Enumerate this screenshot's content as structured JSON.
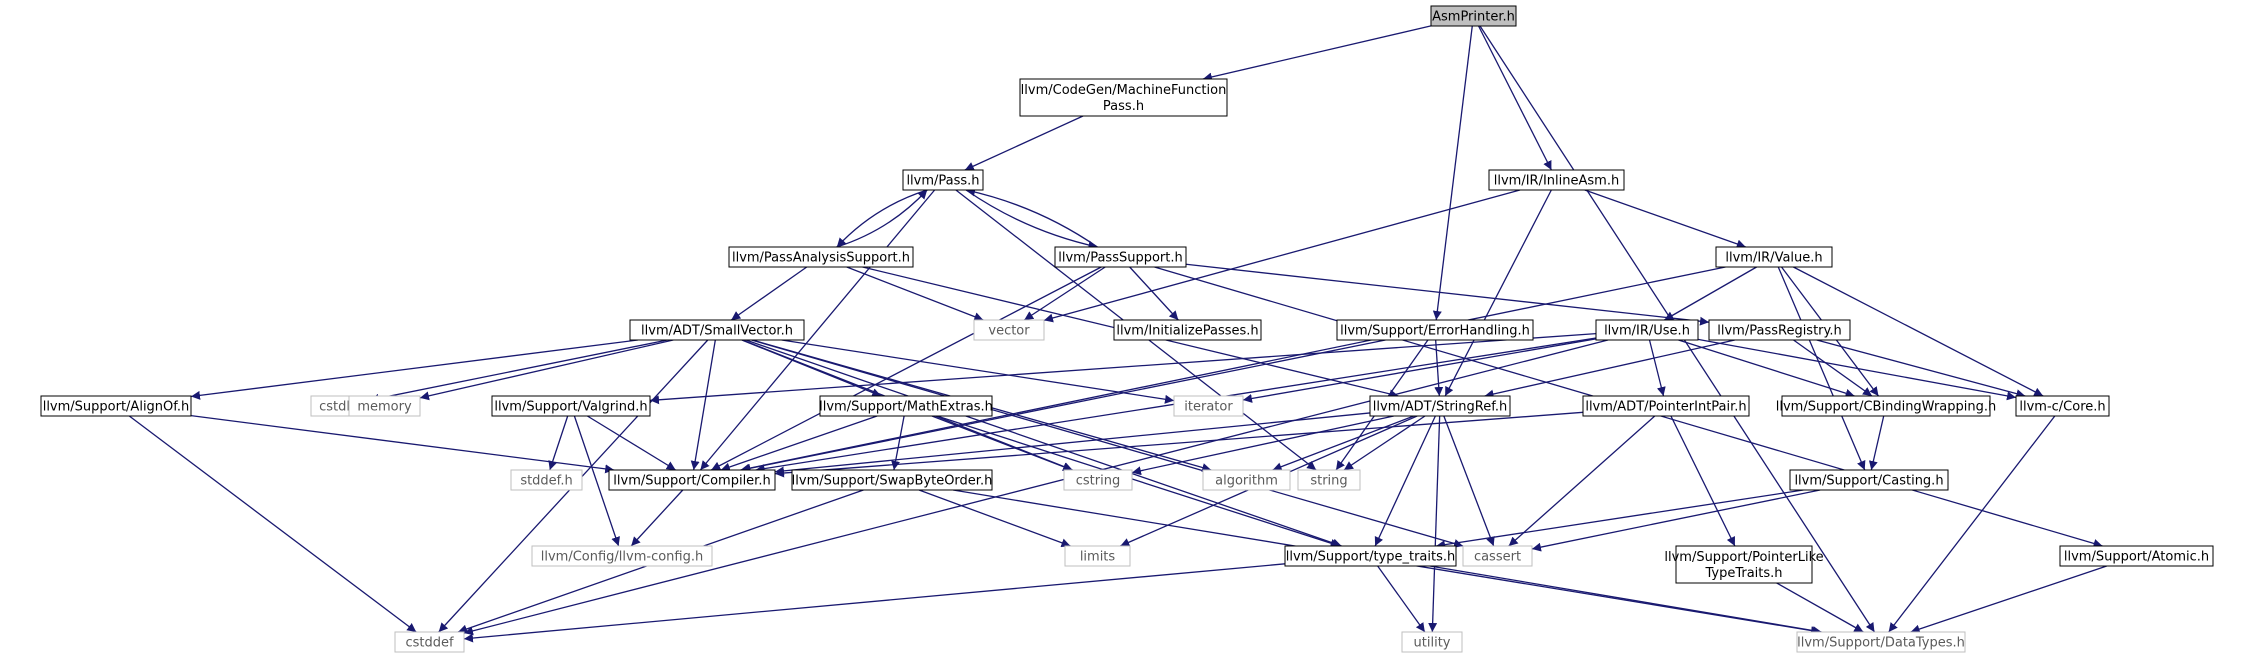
{
  "colors": {
    "edge": "#191970",
    "node_border": "#000000",
    "external_border": "#bfbfbf",
    "root_fill": "#bfbfbf",
    "node_fill": "#ffffff",
    "external_text": "#5a5a5a"
  },
  "nodes": {
    "asmprinter": {
      "label": "AsmPrinter.h",
      "kind": "root"
    },
    "mfpass": {
      "label": "llvm/CodeGen/MachineFunction",
      "label2": "Pass.h",
      "kind": "internal"
    },
    "pass": {
      "label": "llvm/Pass.h",
      "kind": "internal"
    },
    "inlineasm": {
      "label": "llvm/IR/InlineAsm.h",
      "kind": "internal"
    },
    "passanalysis": {
      "label": "llvm/PassAnalysisSupport.h",
      "kind": "internal"
    },
    "passsupport": {
      "label": "llvm/PassSupport.h",
      "kind": "internal"
    },
    "irvalue": {
      "label": "llvm/IR/Value.h",
      "kind": "internal"
    },
    "vector": {
      "label": "vector",
      "kind": "external"
    },
    "initpasses": {
      "label": "llvm/InitializePasses.h",
      "kind": "internal"
    },
    "smallvector": {
      "label": "llvm/ADT/SmallVector.h",
      "kind": "internal"
    },
    "errorhandling": {
      "label": "llvm/Support/ErrorHandling.h",
      "kind": "internal"
    },
    "iruse": {
      "label": "llvm/IR/Use.h",
      "kind": "internal"
    },
    "passregistry": {
      "label": "llvm/PassRegistry.h",
      "kind": "internal"
    },
    "alignof": {
      "label": "llvm/Support/AlignOf.h",
      "kind": "internal"
    },
    "cstdlib": {
      "label": "cstdlib",
      "kind": "external"
    },
    "memory": {
      "label": "memory",
      "kind": "external"
    },
    "valgrind": {
      "label": "llvm/Support/Valgrind.h",
      "kind": "internal"
    },
    "mathextras": {
      "label": "llvm/Support/MathExtras.h",
      "kind": "internal"
    },
    "iterator": {
      "label": "iterator",
      "kind": "external"
    },
    "stringref": {
      "label": "llvm/ADT/StringRef.h",
      "kind": "internal"
    },
    "pointerintpair": {
      "label": "llvm/ADT/PointerIntPair.h",
      "kind": "internal"
    },
    "cbindingwrapping": {
      "label": "llvm/Support/CBindingWrapping.h",
      "kind": "internal"
    },
    "llvmccore": {
      "label": "llvm-c/Core.h",
      "kind": "internal"
    },
    "stddef": {
      "label": "stddef.h",
      "kind": "external"
    },
    "compiler": {
      "label": "llvm/Support/Compiler.h",
      "kind": "internal"
    },
    "swapbyteorder": {
      "label": "llvm/Support/SwapByteOrder.h",
      "kind": "internal"
    },
    "cstring": {
      "label": "cstring",
      "kind": "external"
    },
    "algorithm": {
      "label": "algorithm",
      "kind": "external"
    },
    "string": {
      "label": "string",
      "kind": "external"
    },
    "casting": {
      "label": "llvm/Support/Casting.h",
      "kind": "internal"
    },
    "llvmconfig": {
      "label": "llvm/Config/llvm-config.h",
      "kind": "external"
    },
    "limits": {
      "label": "limits",
      "kind": "external"
    },
    "typetraits": {
      "label": "llvm/Support/type_traits.h",
      "kind": "internal"
    },
    "cassert": {
      "label": "cassert",
      "kind": "external"
    },
    "pointerlike": {
      "label": "llvm/Support/PointerLike",
      "label2": "TypeTraits.h",
      "kind": "internal"
    },
    "atomic": {
      "label": "llvm/Support/Atomic.h",
      "kind": "internal"
    },
    "cstddef": {
      "label": "cstddef",
      "kind": "external"
    },
    "utility": {
      "label": "utility",
      "kind": "external"
    },
    "datatypes": {
      "label": "llvm/Support/DataTypes.h",
      "kind": "external"
    }
  },
  "edges": [
    [
      "asmprinter",
      "mfpass"
    ],
    [
      "asmprinter",
      "errorhandling"
    ],
    [
      "asmprinter",
      "inlineasm"
    ],
    [
      "asmprinter",
      "datatypes"
    ],
    [
      "mfpass",
      "pass"
    ],
    [
      "pass",
      "passanalysis"
    ],
    [
      "pass",
      "passsupport"
    ],
    [
      "pass",
      "compiler"
    ],
    [
      "pass",
      "string"
    ],
    [
      "passanalysis",
      "pass"
    ],
    [
      "passanalysis",
      "smallvector"
    ],
    [
      "passanalysis",
      "vector"
    ],
    [
      "passanalysis",
      "stringref"
    ],
    [
      "passsupport",
      "pass"
    ],
    [
      "passsupport",
      "vector"
    ],
    [
      "passsupport",
      "initpasses"
    ],
    [
      "passsupport",
      "passregistry"
    ],
    [
      "passsupport",
      "compiler"
    ],
    [
      "passsupport",
      "atomic"
    ],
    [
      "inlineasm",
      "vector"
    ],
    [
      "inlineasm",
      "irvalue"
    ],
    [
      "inlineasm",
      "stringref"
    ],
    [
      "irvalue",
      "iruse"
    ],
    [
      "irvalue",
      "cbindingwrapping"
    ],
    [
      "irvalue",
      "llvmccore"
    ],
    [
      "irvalue",
      "casting"
    ],
    [
      "irvalue",
      "compiler"
    ],
    [
      "smallvector",
      "alignof"
    ],
    [
      "smallvector",
      "cstdlib"
    ],
    [
      "smallvector",
      "memory"
    ],
    [
      "smallvector",
      "mathextras"
    ],
    [
      "smallvector",
      "iterator"
    ],
    [
      "smallvector",
      "compiler"
    ],
    [
      "smallvector",
      "algorithm"
    ],
    [
      "smallvector",
      "typetraits"
    ],
    [
      "smallvector",
      "cassert"
    ],
    [
      "smallvector",
      "cstddef"
    ],
    [
      "smallvector",
      "cstring"
    ],
    [
      "errorhandling",
      "stringref"
    ],
    [
      "errorhandling",
      "string"
    ],
    [
      "errorhandling",
      "compiler"
    ],
    [
      "iruse",
      "valgrind"
    ],
    [
      "iruse",
      "iterator"
    ],
    [
      "iruse",
      "pointerintpair"
    ],
    [
      "iruse",
      "cbindingwrapping"
    ],
    [
      "iruse",
      "llvmccore"
    ],
    [
      "iruse",
      "compiler"
    ],
    [
      "iruse",
      "cstddef"
    ],
    [
      "passregistry",
      "stringref"
    ],
    [
      "passregistry",
      "cbindingwrapping"
    ],
    [
      "passregistry",
      "llvmccore"
    ],
    [
      "alignof",
      "compiler"
    ],
    [
      "alignof",
      "cstddef"
    ],
    [
      "valgrind",
      "stddef"
    ],
    [
      "valgrind",
      "compiler"
    ],
    [
      "valgrind",
      "llvmconfig"
    ],
    [
      "mathextras",
      "compiler"
    ],
    [
      "mathextras",
      "swapbyteorder"
    ],
    [
      "mathextras",
      "cstring"
    ],
    [
      "mathextras",
      "typetraits"
    ],
    [
      "stringref",
      "cstring"
    ],
    [
      "stringref",
      "algorithm"
    ],
    [
      "stringref",
      "string"
    ],
    [
      "stringref",
      "limits"
    ],
    [
      "stringref",
      "typetraits"
    ],
    [
      "stringref",
      "cassert"
    ],
    [
      "stringref",
      "utility"
    ],
    [
      "stringref",
      "compiler"
    ],
    [
      "pointerintpair",
      "pointerlike"
    ],
    [
      "pointerintpair",
      "cassert"
    ],
    [
      "pointerintpair",
      "compiler"
    ],
    [
      "cbindingwrapping",
      "casting"
    ],
    [
      "llvmccore",
      "datatypes"
    ],
    [
      "compiler",
      "llvmconfig"
    ],
    [
      "swapbyteorder",
      "limits"
    ],
    [
      "swapbyteorder",
      "cstddef"
    ],
    [
      "swapbyteorder",
      "datatypes"
    ],
    [
      "casting",
      "typetraits"
    ],
    [
      "casting",
      "cassert"
    ],
    [
      "typetraits",
      "utility"
    ],
    [
      "typetraits",
      "cstddef"
    ],
    [
      "typetraits",
      "datatypes"
    ],
    [
      "pointerlike",
      "datatypes"
    ],
    [
      "atomic",
      "datatypes"
    ]
  ]
}
